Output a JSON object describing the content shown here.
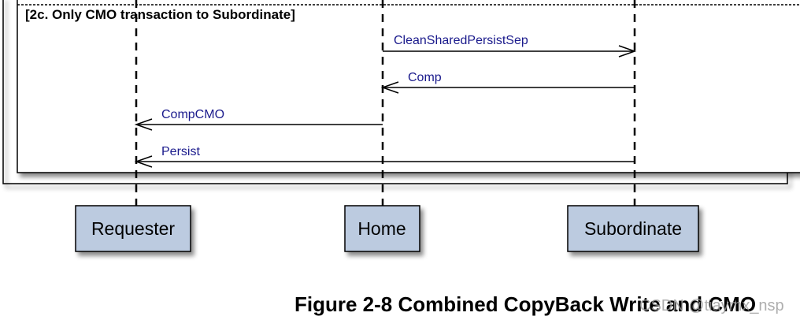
{
  "fragment": {
    "label": "[2c. Only CMO transaction to Subordinate]"
  },
  "participants": [
    {
      "id": "requester",
      "label": "Requester"
    },
    {
      "id": "home",
      "label": "Home"
    },
    {
      "id": "subordinate",
      "label": "Subordinate"
    }
  ],
  "messages": [
    {
      "from": "home",
      "to": "subordinate",
      "label": "CleanSharedPersistSep"
    },
    {
      "from": "subordinate",
      "to": "home",
      "label": "Comp"
    },
    {
      "from": "home",
      "to": "requester",
      "label": "CompCMO"
    },
    {
      "from": "subordinate",
      "to": "requester",
      "label": "Persist"
    }
  ],
  "caption": "Figure 2-8 Combined CopyBack Write and CMO",
  "watermark": "CSDN @tiaymx_nsp",
  "colors": {
    "box_fill": "#bccbe0",
    "label_text": "#1a1a8c",
    "line": "#000000"
  }
}
